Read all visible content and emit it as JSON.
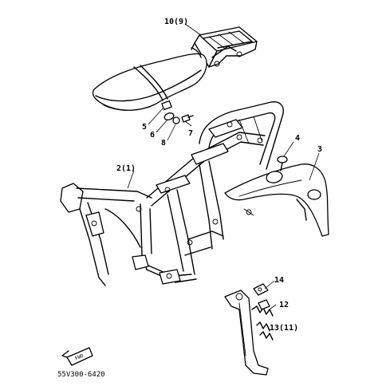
{
  "diagram": {
    "drawing_code": "55V300-6420",
    "fwd_label": "FWD",
    "callouts": [
      {
        "id": "rack",
        "text": "10(9)"
      },
      {
        "id": "frame",
        "text": "2(1)"
      },
      {
        "id": "guard",
        "text": "3"
      },
      {
        "id": "bolt4",
        "text": "4"
      },
      {
        "id": "p5",
        "text": "5"
      },
      {
        "id": "p6",
        "text": "6"
      },
      {
        "id": "p7",
        "text": "7"
      },
      {
        "id": "p8",
        "text": "8"
      },
      {
        "id": "p12",
        "text": "12"
      },
      {
        "id": "p13",
        "text": "13(11)"
      },
      {
        "id": "p14",
        "text": "14"
      }
    ]
  }
}
